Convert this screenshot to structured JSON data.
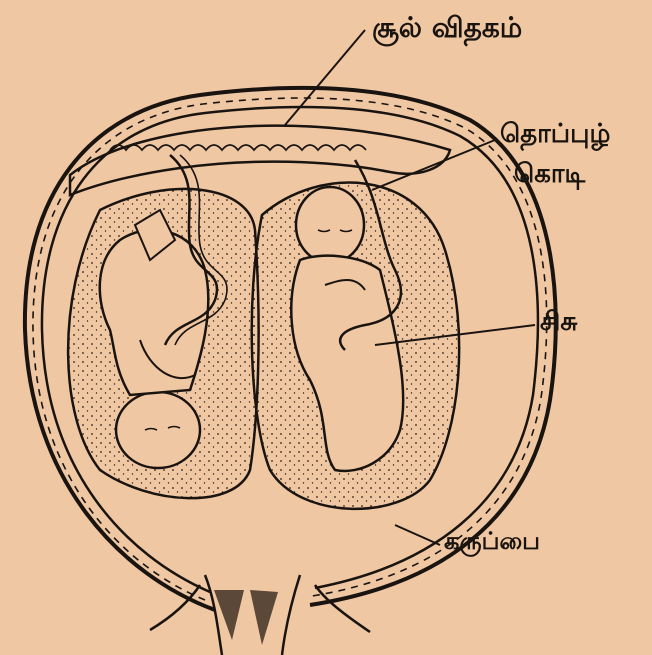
{
  "figure": {
    "background": "#f0c7a3",
    "ink": "#1a1410",
    "labels": {
      "placenta": "சூல் விதகம்",
      "umbilical_cord_line1": "தொப்புழ்",
      "umbilical_cord_line2": "கொடி",
      "baby": "சிசு",
      "uterus": "கருப்பை"
    }
  }
}
